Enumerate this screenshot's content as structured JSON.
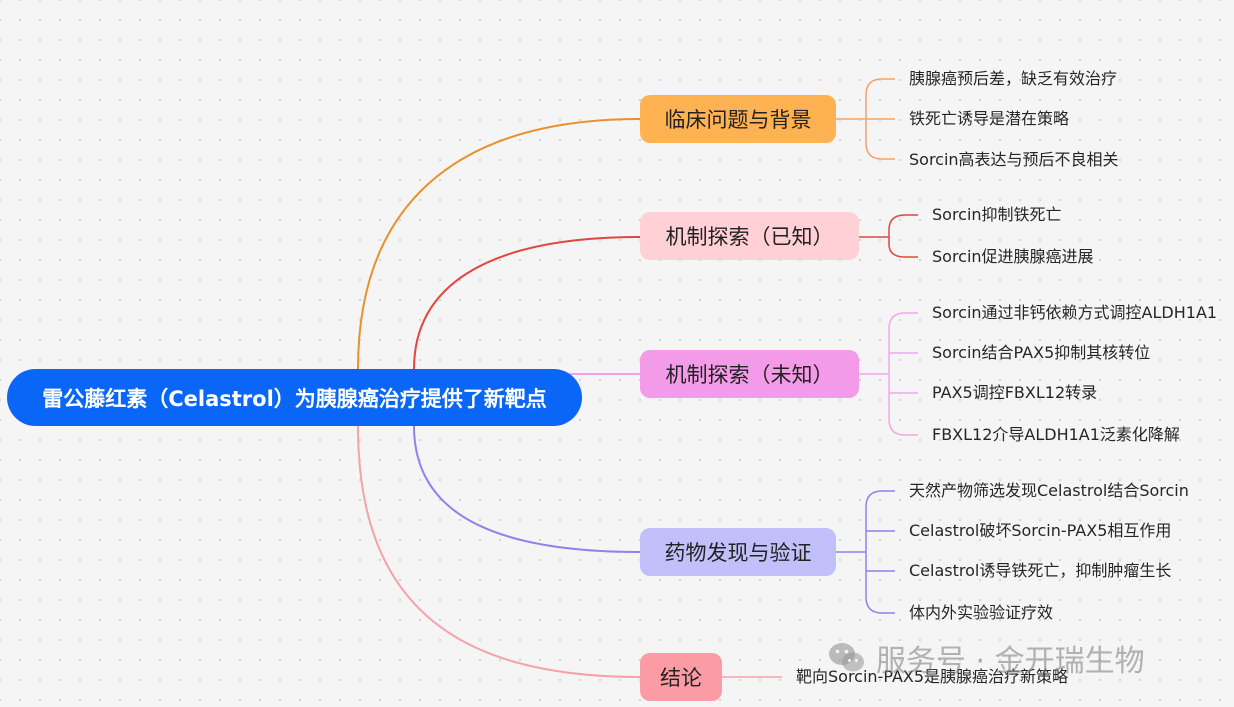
{
  "root": {
    "label": "雷公藤红素（Celastrol）为胰腺癌治疗提供了新靶点",
    "color": "#0a66f7"
  },
  "branches": [
    {
      "label": "临床问题与背景",
      "color": "#ffb251",
      "line": "#e8912a",
      "items": [
        "胰腺癌预后差，缺乏有效治疗",
        "铁死亡诱导是潜在策略",
        "Sorcin高表达与预后不良相关"
      ]
    },
    {
      "label": "机制探索（已知）",
      "color": "#ffd0d5",
      "line": "#e2473f",
      "items": [
        "Sorcin抑制铁死亡",
        "Sorcin促进胰腺癌进展"
      ]
    },
    {
      "label": "机制探索（未知）",
      "color": "#f39be8",
      "line": "#f0a0e6",
      "items": [
        "Sorcin通过非钙依赖方式调控ALDH1A1",
        "Sorcin结合PAX5抑制其核转位",
        "PAX5调控FBXL12转录",
        "FBXL12介导ALDH1A1泛素化降解"
      ]
    },
    {
      "label": "药物发现与验证",
      "color": "#c2c0fb",
      "line": "#8f82ee",
      "items": [
        "天然产物筛选发现Celastrol结合Sorcin",
        "Celastrol破坏Sorcin-PAX5相互作用",
        "Celastrol诱导铁死亡，抑制肿瘤生长",
        "体内外实验验证疗效"
      ]
    },
    {
      "label": "结论",
      "color": "#fb9ca4",
      "line": "#f7a1a9",
      "items": [
        "靶向Sorcin-PAX5是胰腺癌治疗新策略"
      ]
    }
  ],
  "watermark": {
    "text": "服务号 · 金开瑞生物",
    "icon": "wechat-icon"
  }
}
